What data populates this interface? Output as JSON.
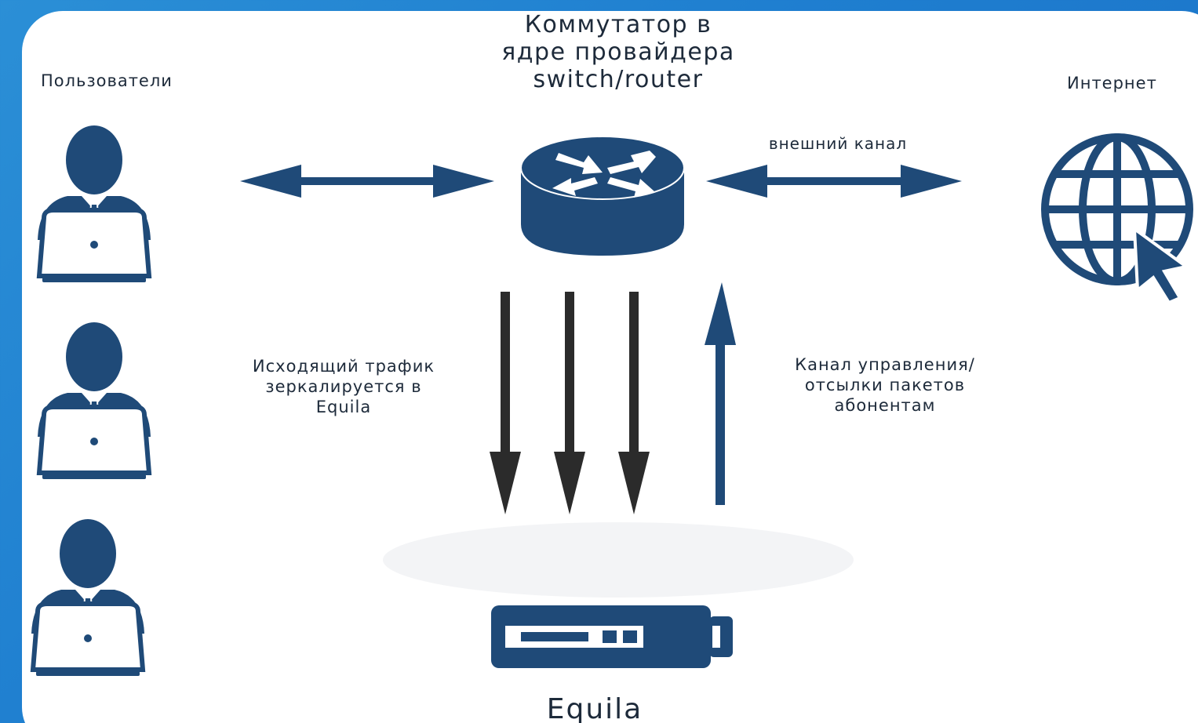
{
  "labels": {
    "users": "Пользователи",
    "switch": "Коммутатор в\nядре провайдера\nswitch/router",
    "internet": "Интернет",
    "external_channel": "внешний канал",
    "outgoing_traffic": "Исходящий трафик\nзеркалируется в\nEquila",
    "control_channel": "Канал управления/\nотсылки пакетов\nабонентам",
    "device": "Equila"
  },
  "nodes": [
    {
      "name": "user",
      "icon": "user-laptop-icon",
      "count": 3
    },
    {
      "name": "core-switch",
      "icon": "router-icon"
    },
    {
      "name": "internet",
      "icon": "globe-cursor-icon"
    },
    {
      "name": "equila-device",
      "icon": "server-unit-icon"
    }
  ],
  "colors": {
    "navy": "#1f4a78",
    "dark_arrow": "#2b2b2b",
    "frame": "#1f7fd0"
  }
}
